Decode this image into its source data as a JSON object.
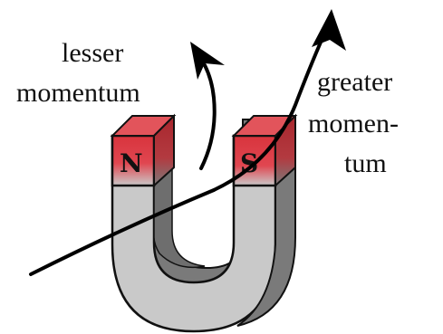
{
  "diagram": {
    "magnet": {
      "north_label": "N",
      "south_label": "S",
      "pole_color": "#d8343d",
      "body_color": "#c9c9c9",
      "shadow_color": "#7a7a7a"
    },
    "lesser_label": {
      "line1": "lesser",
      "line2": "momentum"
    },
    "greater_label": {
      "line1": "greater",
      "line2": "momen-",
      "line3": "tum"
    },
    "trajectory_color": "#000000"
  }
}
